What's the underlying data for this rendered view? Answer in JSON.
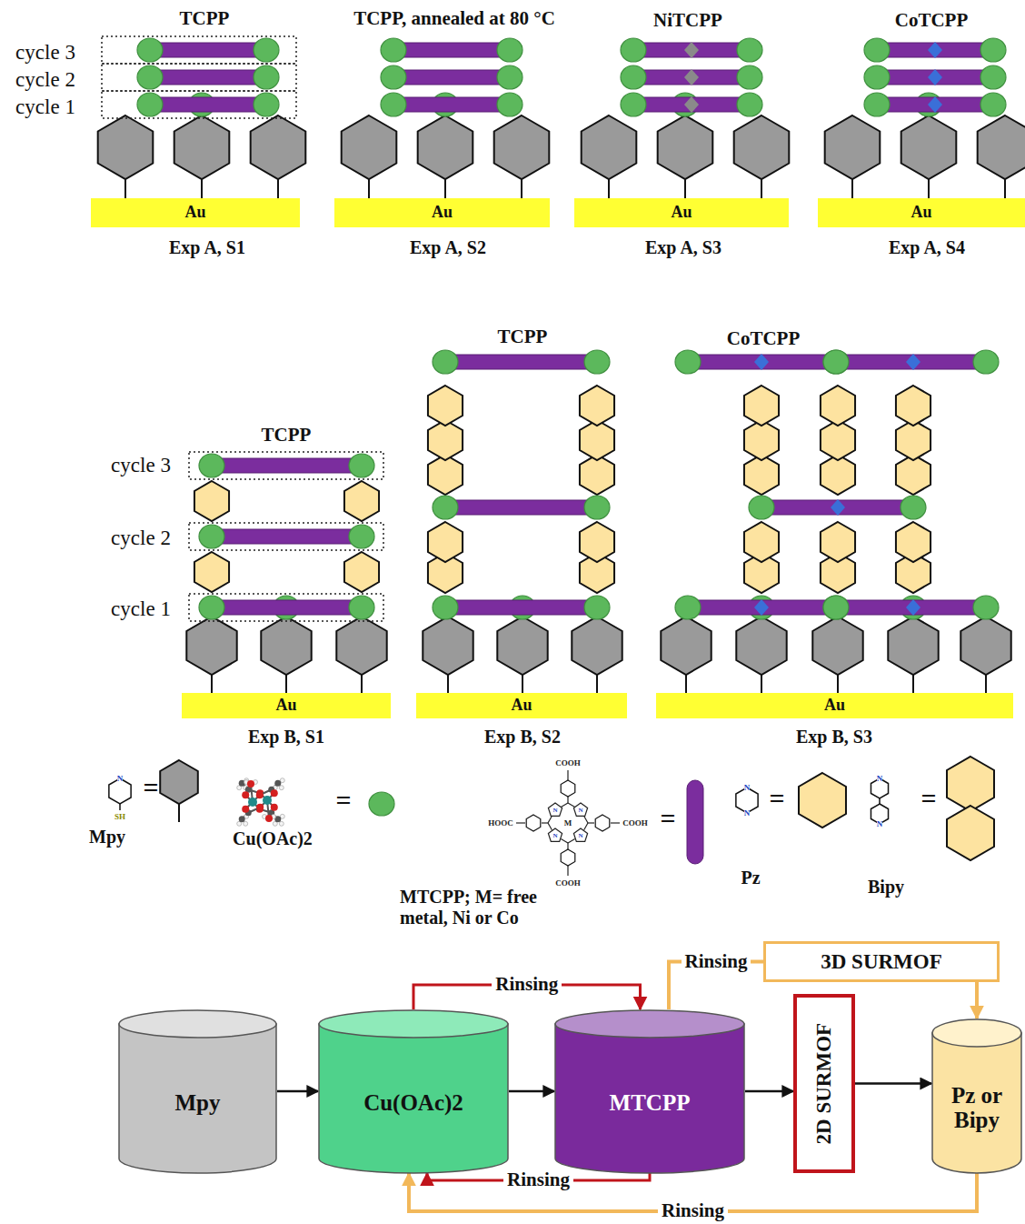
{
  "diagram": {
    "nodes": [
      {
        "text": [
          "Au"
        ]
      },
      {
        "text": [
          "Au"
        ]
      },
      {
        "text": [
          "Au"
        ]
      },
      {
        "text": [
          "Au"
        ]
      },
      {
        "text": [
          "Au"
        ]
      },
      {
        "text": [
          "Au"
        ]
      },
      {
        "text": [
          "Au"
        ]
      },
      {
        "text": [
          "Mpy"
        ]
      },
      {
        "text": [
          "Cu(OAc)2"
        ]
      },
      {
        "text": [
          "MTCPP"
        ]
      },
      {
        "text": [
          "3D SURMOF"
        ]
      },
      {
        "text": [
          "2D SURMOF"
        ]
      },
      {
        "text": [
          "Pz or Bipy"
        ]
      }
    ],
    "edges": [
      {
        "from": 7,
        "to": 8,
        "arrow": "to"
      },
      {
        "from": 8,
        "to": 9,
        "arrow": "to"
      },
      {
        "from": 9,
        "to": 11,
        "arrow": "to"
      },
      {
        "from": 11,
        "to": 12,
        "arrow": "to"
      },
      {
        "from": 8,
        "to": 9,
        "label": "Rinsing",
        "arrow": "to"
      },
      {
        "from": 9,
        "to": 8,
        "label": "Rinsing",
        "arrow": "to"
      },
      {
        "from": 9,
        "to": 10,
        "label": "Rinsing",
        "arrow": "none"
      },
      {
        "from": 10,
        "to": 12,
        "arrow": "to"
      },
      {
        "from": 12,
        "to": 8,
        "label": "Rinsing",
        "arrow": "to"
      }
    ],
    "labels": [
      "TCPP",
      "cycle 3",
      "cycle 2",
      "cycle 1",
      "Exp A, S1",
      "TCPP, annealed at 80 °C",
      "Exp A, S2",
      "NiTCPP",
      "Exp A, S3",
      "CoTCPP",
      "Exp A, S4",
      "TCPP",
      "cycle 3",
      "cycle 2",
      "cycle 1",
      "Exp B, S1",
      "TCPP",
      "Exp B, S2",
      "CoTCPP",
      "Exp B, S3",
      "SH",
      "=",
      "Mpy",
      "=",
      "Cu(OAc)2",
      "COOH",
      "HOOC",
      "COOH",
      "COOH",
      "M",
      "=",
      "MTCPP; M= free metal, Ni or Co",
      "N",
      "N",
      "=",
      "Pz",
      "N",
      "N",
      "=",
      "Bipy",
      "N",
      "N",
      "N",
      "N",
      "N"
    ]
  }
}
